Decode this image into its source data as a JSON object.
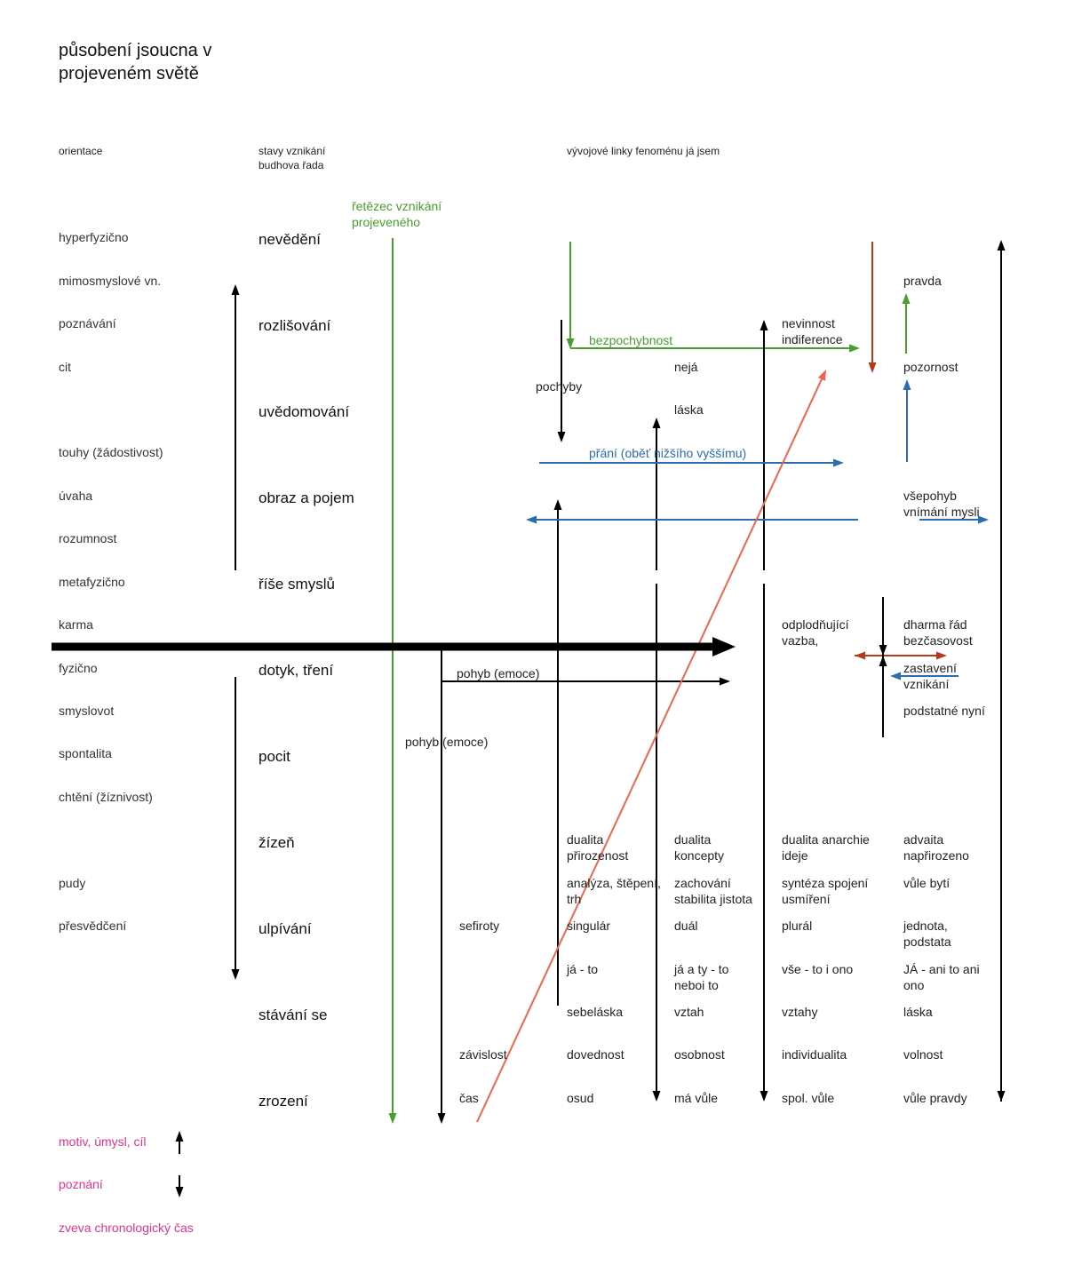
{
  "title": "působení jsoucna v projeveném světě",
  "headers": {
    "orientation": "orientace",
    "stages_line1": "stavy vznikání",
    "stages_line2": "budhova řada",
    "development": "vývojové linky fenoménu já jsem"
  },
  "orientation": [
    "hyperfyzično",
    "mimosmyslové vn.",
    "poznávání",
    "cit",
    "touhy (žádostivost)",
    "úvaha",
    "rozumnost",
    "metafyzično",
    "karma",
    "fyzično",
    "smyslovot",
    "spontalita",
    "chtění (žíznivost)",
    "pudy",
    "přesvědčení"
  ],
  "stages": [
    "nevědění",
    "rozlišování",
    "uvědomování",
    "obraz a pojem",
    "říše smyslů",
    "dotyk, tření",
    "pocit",
    "žízeň",
    "ulpívání",
    "stávání se",
    "zrození"
  ],
  "chain_label": "řetězec vznikání projeveného",
  "labels": {
    "bezpochybnost": "bezpochybnost",
    "pochyby": "pochyby",
    "nevinnost": "nevinnost indiference",
    "neja": "nejá",
    "laska_top": "láska",
    "prani": "přání (oběť nižšího vyššímu)",
    "pravda": "pravda",
    "pozornost": "pozornost",
    "vsepohyb": "všepohyb vnímání mysli",
    "odplodnujici": "odplodňující vazba,",
    "dharma": "dharma řád bezčasovost",
    "zastaveni": "zastavení vznikání",
    "podstatne": "podstatné nyní",
    "pohyb1": "pohyb (emoce)",
    "pohyb2": "pohyb (emoce)",
    "sefiroty": "sefiroty",
    "zavislost": "závislost",
    "cas": "čas"
  },
  "table": [
    [
      "dualita přirozenost",
      "dualita koncepty",
      "dualita anarchie ideje",
      "advaita napřirozeno"
    ],
    [
      "analýza, štěpení, trh",
      "zachování stabilita jistota",
      "syntéza spojení usmíření",
      "vůle bytí"
    ],
    [
      "singulár",
      "duál",
      "plurál",
      "jednota, podstata"
    ],
    [
      "já - to",
      "já a ty - to neboi to",
      "vše - to i ono",
      "JÁ - ani to ani ono"
    ],
    [
      "sebeláska",
      "vztah",
      "vztahy",
      "láska"
    ],
    [
      "dovednost",
      "osobnost",
      "individualita",
      "volnost"
    ],
    [
      "osud",
      "má vůle",
      "spol. vůle",
      "vůle pravdy"
    ]
  ],
  "legend": {
    "up": "motiv, úmysl, cíl",
    "down": "poznání",
    "time": "zveva chronologický čas"
  },
  "colors": {
    "green": "#4a9e2e",
    "blue": "#2a6cb0",
    "red": "#b33a1a",
    "coral": "#f0654a",
    "pink": "#e0358a",
    "black": "#000000"
  }
}
